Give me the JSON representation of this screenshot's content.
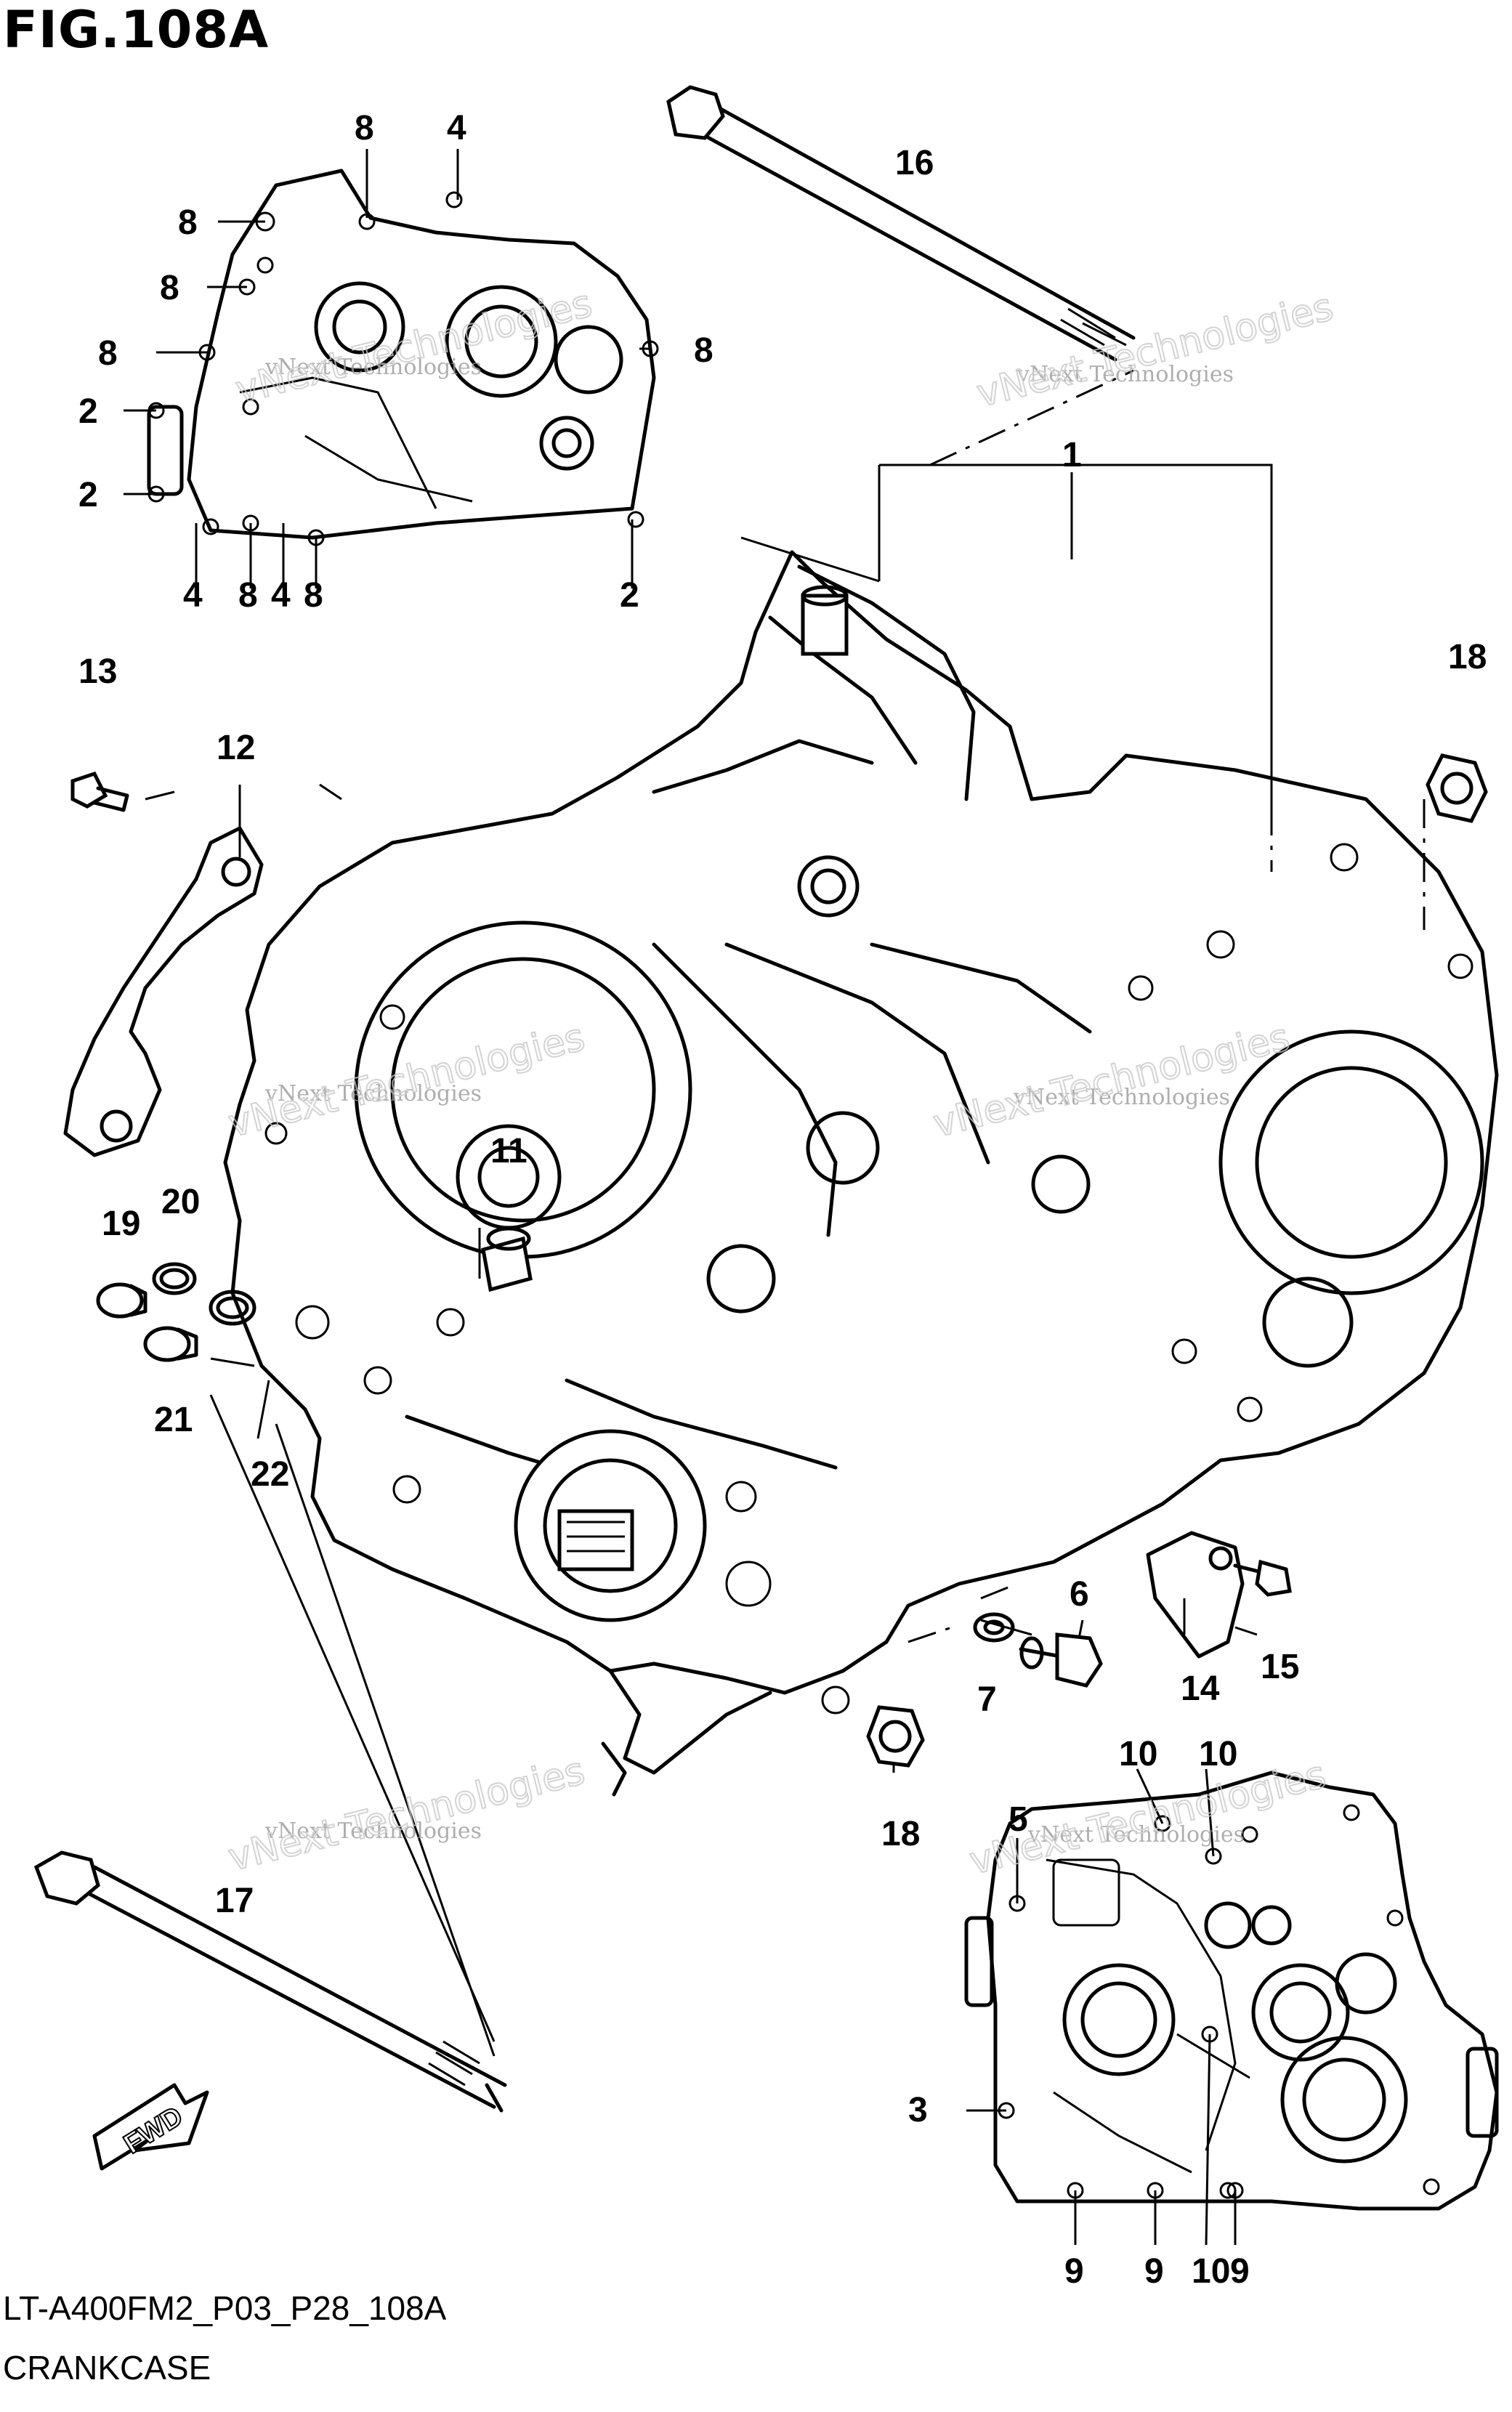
{
  "figure": {
    "title": "FIG.108A",
    "code": "LT-A400FM2_P03_P28_108A",
    "name": "CRANKCASE"
  },
  "callouts": {
    "c1": "1",
    "c16": "16",
    "c13": "13",
    "c12": "12",
    "c18a": "18",
    "c18b": "18",
    "c11": "11",
    "c19": "19",
    "c20": "20",
    "c21": "21",
    "c22": "22",
    "c6": "6",
    "c7": "7",
    "c14": "14",
    "c15": "15",
    "c17": "17",
    "top_left": {
      "t8a": "8",
      "t4a": "4",
      "t8b": "8",
      "t8c": "8",
      "t8d": "8",
      "t8e": "8",
      "t2a": "2",
      "t2b": "2",
      "t4b": "4",
      "t8f": "8",
      "t4c": "4",
      "t8g": "8",
      "t2c": "2"
    },
    "bottom_right": {
      "b10a": "10",
      "b10b": "10",
      "b5": "5",
      "b3": "3",
      "b9a": "9",
      "b9b": "9",
      "b10c": "10",
      "b9c": "9"
    }
  },
  "fwd_arrow": {
    "label": "FWD"
  },
  "watermarks": {
    "small": "vNext Technologies",
    "big": "vNext Technologies"
  }
}
